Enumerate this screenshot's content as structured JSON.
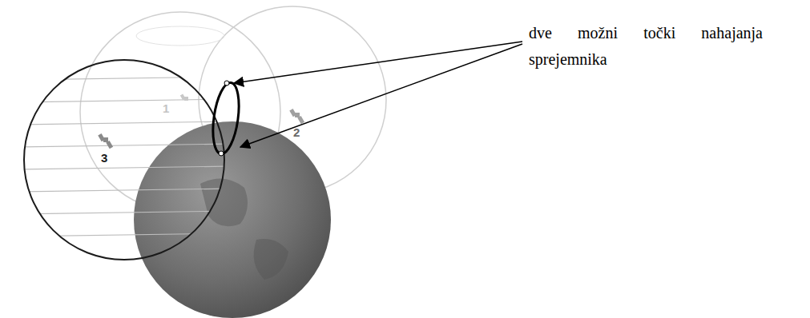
{
  "diagram": {
    "labels": [
      "1",
      "2",
      "3",
      "dve možni točki nahajanja sprejemnika"
    ]
  }
}
